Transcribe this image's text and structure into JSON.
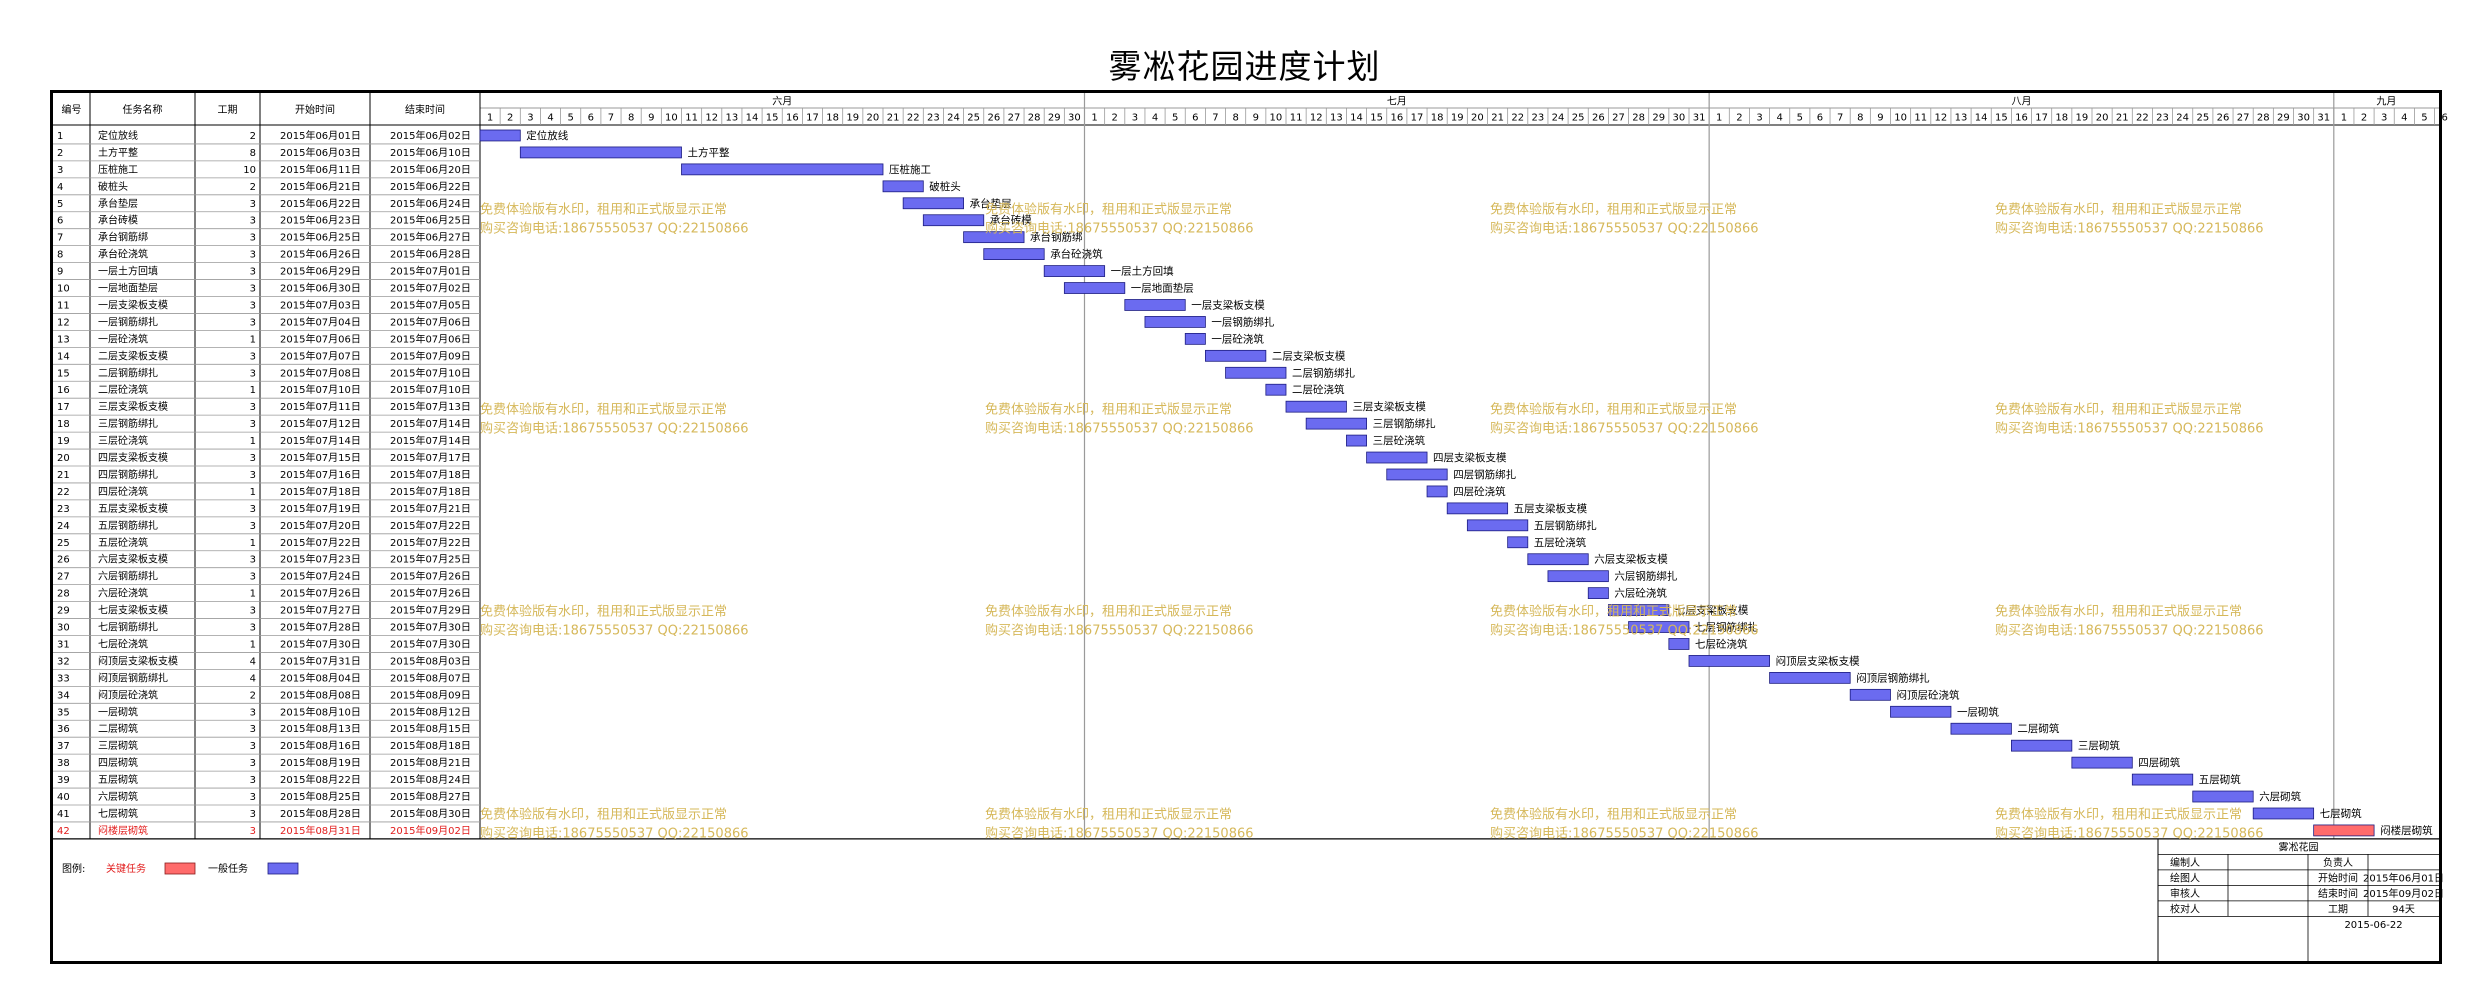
{
  "title": "雾凇花园进度计划",
  "colors": {
    "normal_bar": "#6b6bf0",
    "critical_bar": "#ff6b6b",
    "critical_text": "#e21b1b",
    "grid": "#9a9a9a",
    "watermark": "#d6b85a"
  },
  "table": {
    "headers": {
      "id": "编号",
      "name": "任务名称",
      "duration": "工期",
      "start": "开始时间",
      "end": "结束时间"
    }
  },
  "months": [
    "六月",
    "七月",
    "八月",
    "九月"
  ],
  "legend": {
    "label": "图例:",
    "critical": "关键任务",
    "normal": "一般任务"
  },
  "watermark": {
    "line1": "免费体验版有水印，租用和正式版显示正常",
    "line2": "购买咨询电话:18675550537 QQ:22150866"
  },
  "info_box": {
    "project": "雾凇花园",
    "editor_label": "编制人",
    "owner_label": "负责人",
    "drawer_label": "绘图人",
    "start_label": "开始时间",
    "start_value": "2015年06月01日",
    "reviewer_label": "审核人",
    "end_label": "结束时间",
    "end_value": "2015年09月02日",
    "checker_label": "校对人",
    "duration_label": "工期",
    "duration_value": "94天",
    "date": "2015-06-22"
  },
  "chart_data": {
    "type": "gantt",
    "title": "雾凇花园进度计划",
    "timeline": {
      "start": "2015-06-01",
      "end": "2015-09-06",
      "months": [
        "六月",
        "七月",
        "八月",
        "九月"
      ]
    },
    "tasks": [
      {
        "id": "1",
        "name": "定位放线",
        "duration": 2,
        "start": "2015年06月01日",
        "end": "2015年06月02日",
        "critical": false
      },
      {
        "id": "2",
        "name": "土方平整",
        "duration": 8,
        "start": "2015年06月03日",
        "end": "2015年06月10日",
        "critical": false
      },
      {
        "id": "3",
        "name": "压桩施工",
        "duration": 10,
        "start": "2015年06月11日",
        "end": "2015年06月20日",
        "critical": false
      },
      {
        "id": "4",
        "name": "破桩头",
        "duration": 2,
        "start": "2015年06月21日",
        "end": "2015年06月22日",
        "critical": false
      },
      {
        "id": "5",
        "name": "承台垫层",
        "duration": 3,
        "start": "2015年06月22日",
        "end": "2015年06月24日",
        "critical": false
      },
      {
        "id": "6",
        "name": "承台砖模",
        "duration": 3,
        "start": "2015年06月23日",
        "end": "2015年06月25日",
        "critical": false
      },
      {
        "id": "7",
        "name": "承台钢筋绑",
        "duration": 3,
        "start": "2015年06月25日",
        "end": "2015年06月27日",
        "critical": false
      },
      {
        "id": "8",
        "name": "承台砼浇筑",
        "duration": 3,
        "start": "2015年06月26日",
        "end": "2015年06月28日",
        "critical": false
      },
      {
        "id": "9",
        "name": "一层土方回填",
        "duration": 3,
        "start": "2015年06月29日",
        "end": "2015年07月01日",
        "critical": false
      },
      {
        "id": "10",
        "name": "一层地面垫层",
        "duration": 3,
        "start": "2015年06月30日",
        "end": "2015年07月02日",
        "critical": false
      },
      {
        "id": "11",
        "name": "一层支梁板支模",
        "duration": 3,
        "start": "2015年07月03日",
        "end": "2015年07月05日",
        "critical": false
      },
      {
        "id": "12",
        "name": "一层钢筋绑扎",
        "duration": 3,
        "start": "2015年07月04日",
        "end": "2015年07月06日",
        "critical": false
      },
      {
        "id": "13",
        "name": "一层砼浇筑",
        "duration": 1,
        "start": "2015年07月06日",
        "end": "2015年07月06日",
        "critical": false
      },
      {
        "id": "14",
        "name": "二层支梁板支模",
        "duration": 3,
        "start": "2015年07月07日",
        "end": "2015年07月09日",
        "critical": false
      },
      {
        "id": "15",
        "name": "二层钢筋绑扎",
        "duration": 3,
        "start": "2015年07月08日",
        "end": "2015年07月10日",
        "critical": false
      },
      {
        "id": "16",
        "name": "二层砼浇筑",
        "duration": 1,
        "start": "2015年07月10日",
        "end": "2015年07月10日",
        "critical": false
      },
      {
        "id": "17",
        "name": "三层支梁板支模",
        "duration": 3,
        "start": "2015年07月11日",
        "end": "2015年07月13日",
        "critical": false
      },
      {
        "id": "18",
        "name": "三层钢筋绑扎",
        "duration": 3,
        "start": "2015年07月12日",
        "end": "2015年07月14日",
        "critical": false
      },
      {
        "id": "19",
        "name": "三层砼浇筑",
        "duration": 1,
        "start": "2015年07月14日",
        "end": "2015年07月14日",
        "critical": false
      },
      {
        "id": "20",
        "name": "四层支梁板支模",
        "duration": 3,
        "start": "2015年07月15日",
        "end": "2015年07月17日",
        "critical": false
      },
      {
        "id": "21",
        "name": "四层钢筋绑扎",
        "duration": 3,
        "start": "2015年07月16日",
        "end": "2015年07月18日",
        "critical": false
      },
      {
        "id": "22",
        "name": "四层砼浇筑",
        "duration": 1,
        "start": "2015年07月18日",
        "end": "2015年07月18日",
        "critical": false
      },
      {
        "id": "23",
        "name": "五层支梁板支模",
        "duration": 3,
        "start": "2015年07月19日",
        "end": "2015年07月21日",
        "critical": false
      },
      {
        "id": "24",
        "name": "五层钢筋绑扎",
        "duration": 3,
        "start": "2015年07月20日",
        "end": "2015年07月22日",
        "critical": false
      },
      {
        "id": "25",
        "name": "五层砼浇筑",
        "duration": 1,
        "start": "2015年07月22日",
        "end": "2015年07月22日",
        "critical": false
      },
      {
        "id": "26",
        "name": "六层支梁板支模",
        "duration": 3,
        "start": "2015年07月23日",
        "end": "2015年07月25日",
        "critical": false
      },
      {
        "id": "27",
        "name": "六层钢筋绑扎",
        "duration": 3,
        "start": "2015年07月24日",
        "end": "2015年07月26日",
        "critical": false
      },
      {
        "id": "28",
        "name": "六层砼浇筑",
        "duration": 1,
        "start": "2015年07月26日",
        "end": "2015年07月26日",
        "critical": false
      },
      {
        "id": "29",
        "name": "七层支梁板支模",
        "duration": 3,
        "start": "2015年07月27日",
        "end": "2015年07月29日",
        "critical": false
      },
      {
        "id": "30",
        "name": "七层钢筋绑扎",
        "duration": 3,
        "start": "2015年07月28日",
        "end": "2015年07月30日",
        "critical": false
      },
      {
        "id": "31",
        "name": "七层砼浇筑",
        "duration": 1,
        "start": "2015年07月30日",
        "end": "2015年07月30日",
        "critical": false
      },
      {
        "id": "32",
        "name": "闷顶层支梁板支模",
        "duration": 4,
        "start": "2015年07月31日",
        "end": "2015年08月03日",
        "critical": false
      },
      {
        "id": "33",
        "name": "闷顶层钢筋绑扎",
        "duration": 4,
        "start": "2015年08月04日",
        "end": "2015年08月07日",
        "critical": false
      },
      {
        "id": "34",
        "name": "闷顶层砼浇筑",
        "duration": 2,
        "start": "2015年08月08日",
        "end": "2015年08月09日",
        "critical": false
      },
      {
        "id": "35",
        "name": "一层砌筑",
        "duration": 3,
        "start": "2015年08月10日",
        "end": "2015年08月12日",
        "critical": false
      },
      {
        "id": "36",
        "name": "二层砌筑",
        "duration": 3,
        "start": "2015年08月13日",
        "end": "2015年08月15日",
        "critical": false
      },
      {
        "id": "37",
        "name": "三层砌筑",
        "duration": 3,
        "start": "2015年08月16日",
        "end": "2015年08月18日",
        "critical": false
      },
      {
        "id": "38",
        "name": "四层砌筑",
        "duration": 3,
        "start": "2015年08月19日",
        "end": "2015年08月21日",
        "critical": false
      },
      {
        "id": "39",
        "name": "五层砌筑",
        "duration": 3,
        "start": "2015年08月22日",
        "end": "2015年08月24日",
        "critical": false
      },
      {
        "id": "40",
        "name": "六层砌筑",
        "duration": 3,
        "start": "2015年08月25日",
        "end": "2015年08月27日",
        "critical": false
      },
      {
        "id": "41",
        "name": "七层砌筑",
        "duration": 3,
        "start": "2015年08月28日",
        "end": "2015年08月30日",
        "critical": false
      },
      {
        "id": "42",
        "name": "闷楼层砌筑",
        "duration": 3,
        "start": "2015年08月31日",
        "end": "2015年09月02日",
        "critical": true
      }
    ]
  }
}
